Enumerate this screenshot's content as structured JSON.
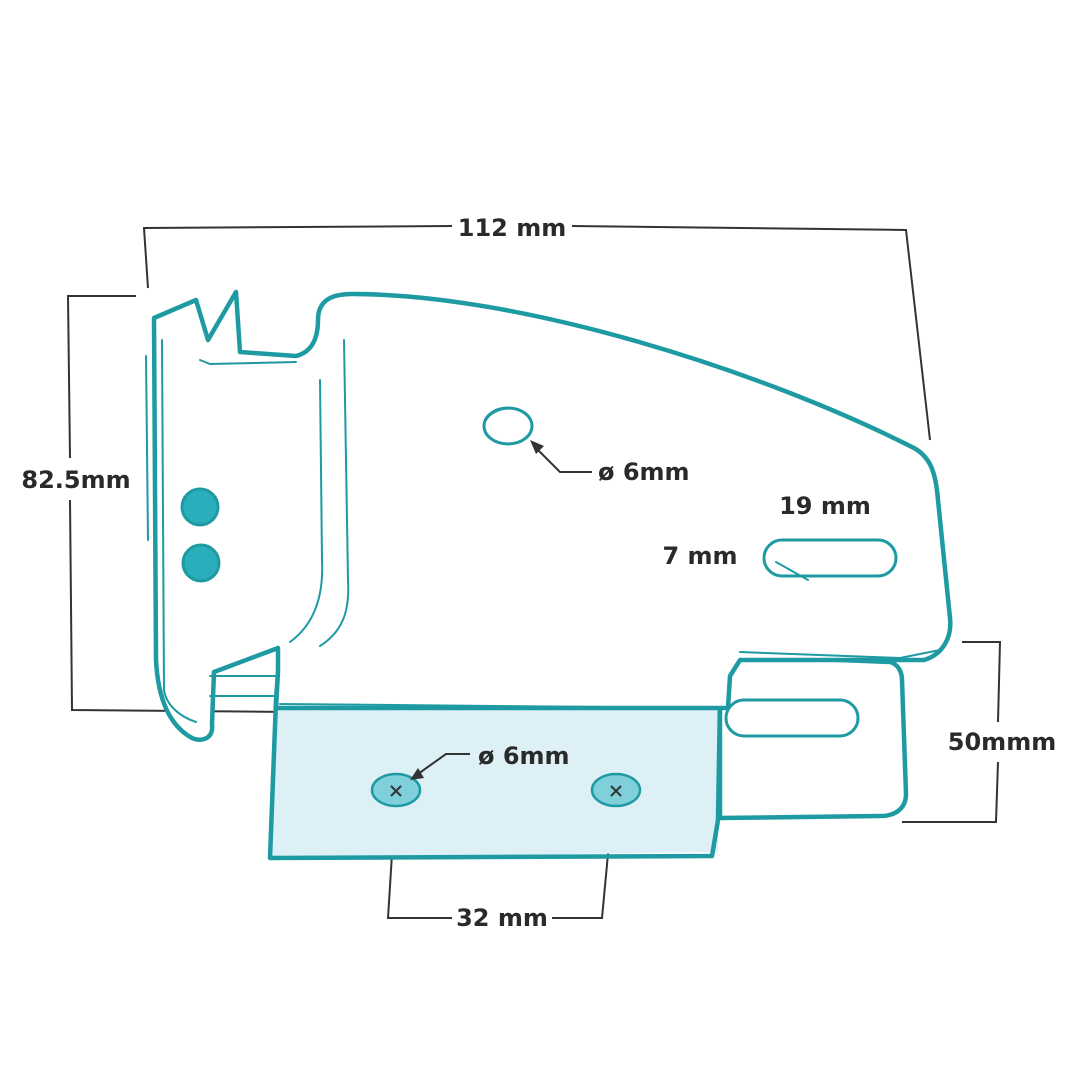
{
  "dimensions": {
    "width": "112 mm",
    "height": "82.5mm",
    "top_hole": "ø 6mm",
    "slot_length": "19 mm",
    "slot_width": "7 mm",
    "base_holes": "ø 6mm",
    "base_height": "50mmm",
    "hole_spacing": "32 mm"
  },
  "colors": {
    "outline": "#1e9aa3",
    "base_fill": "#ddf0f6",
    "dimension_text": "#2a2a2a"
  }
}
